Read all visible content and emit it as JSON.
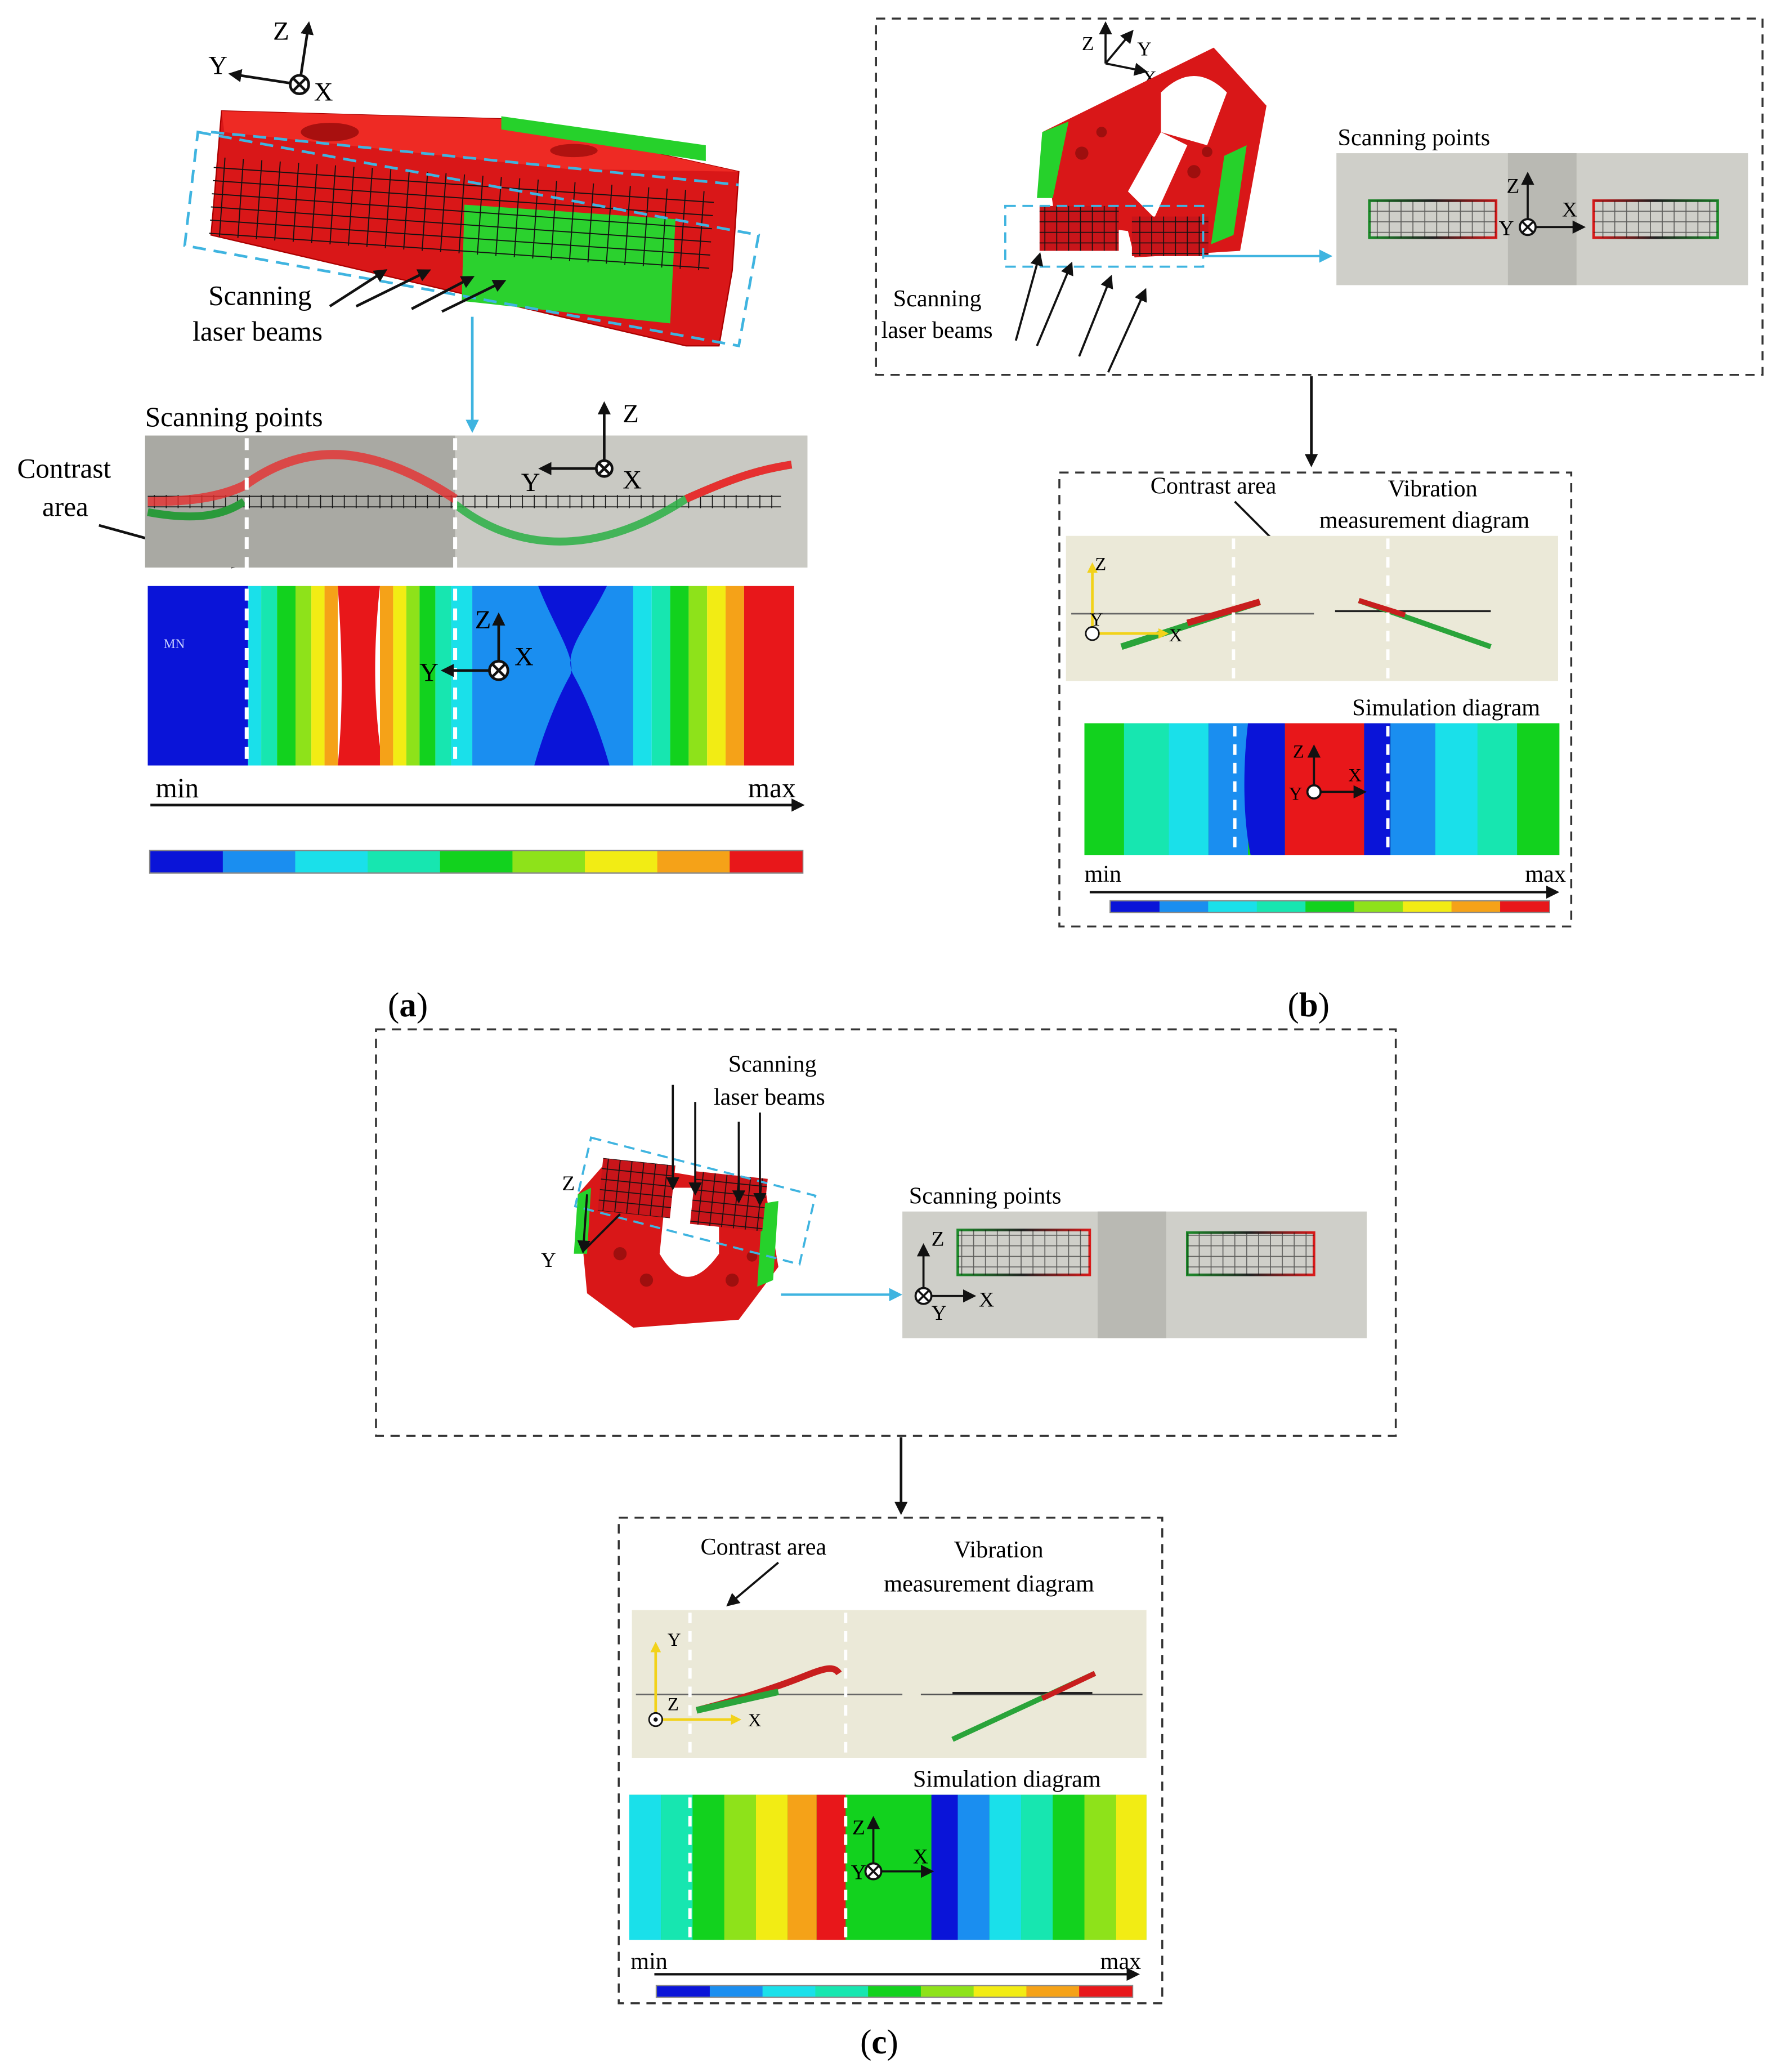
{
  "axes": {
    "x": "X",
    "y": "Y",
    "z": "Z"
  },
  "scale": {
    "min": "min",
    "max": "max",
    "mn_marker": "MN"
  },
  "colors": {
    "red": "#e8141b",
    "green": "#22d122",
    "blue_box": "#3fb4e0",
    "sim_scale": [
      "#0a14d8",
      "#1a8ef0",
      "#1ae0ea",
      "#17e6b0",
      "#12d21e",
      "#8ee21a",
      "#f2ec14",
      "#f5a218",
      "#e8171a"
    ]
  },
  "panel_a": {
    "label_open": "(",
    "label_letter": "a",
    "label_close": ")",
    "beams_line1": "Scanning",
    "beams_line2": "laser beams",
    "scan_points": "Scanning points",
    "contrast_line1": "Contrast",
    "contrast_line2": "area"
  },
  "panel_b": {
    "label_open": "(",
    "label_letter": "b",
    "label_close": ")",
    "scan_points": "Scanning points",
    "beams_line1": "Scanning",
    "beams_line2": "laser beams",
    "contrast": "Contrast area",
    "vib_line1": "Vibration",
    "vib_line2": "measurement diagram",
    "sim": "Simulation diagram"
  },
  "panel_c": {
    "label_open": "(",
    "label_letter": "c",
    "label_close": ")",
    "beams_line1": "Scanning",
    "beams_line2": "laser beams",
    "scan_points": "Scanning points",
    "contrast": "Contrast area",
    "vib_line1": "Vibration",
    "vib_line2": "measurement diagram",
    "sim": "Simulation diagram"
  }
}
